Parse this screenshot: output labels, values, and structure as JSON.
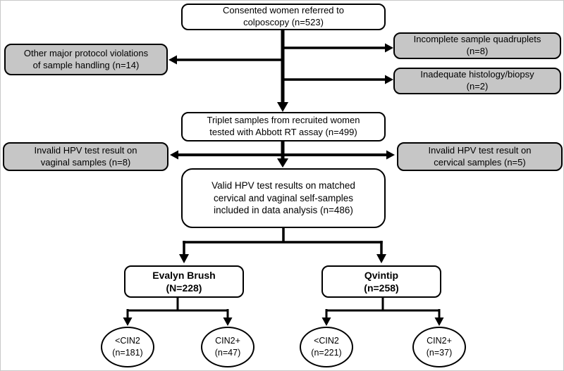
{
  "diagram": {
    "type": "study-flowchart",
    "nodes": {
      "consented": {
        "text": "Consented women referred to\ncolposcopy (n=523)",
        "n": 523,
        "style": "included"
      },
      "incomplete": {
        "text": "Incomplete sample quadruplets\n(n=8)",
        "n": 8,
        "style": "excluded"
      },
      "other_violations": {
        "text": "Other major protocol violations\nof sample handling (n=14)",
        "n": 14,
        "style": "excluded"
      },
      "inadequate": {
        "text": "Inadequate histology/biopsy\n(n=2)",
        "n": 2,
        "style": "excluded"
      },
      "triplet": {
        "text": "Triplet samples from recruited women\ntested with Abbott RT assay (n=499)",
        "n": 499,
        "style": "included"
      },
      "invalid_vaginal": {
        "text": "Invalid HPV test result on\nvaginal samples (n=8)",
        "n": 8,
        "style": "excluded"
      },
      "invalid_cervical": {
        "text": "Invalid HPV test result on\ncervical samples (n=5)",
        "n": 5,
        "style": "excluded"
      },
      "valid": {
        "text": "Valid HPV test results on matched\ncervical and vaginal self-samples\nincluded in data analysis (n=486)",
        "n": 486,
        "style": "included"
      },
      "evalyn": {
        "text": "Evalyn Brush\n(N=228)",
        "n": 228,
        "style": "included-bold"
      },
      "qvintip": {
        "text": "Qvintip\n(n=258)",
        "n": 258,
        "style": "included-bold"
      },
      "evalyn_lt_cin2": {
        "text": "<CIN2\n(n=181)",
        "n": 181,
        "style": "outcome-ellipse"
      },
      "evalyn_cin2plus": {
        "text": "CIN2+\n(n=47)",
        "n": 47,
        "style": "outcome-ellipse"
      },
      "qvintip_lt_cin2": {
        "text": "<CIN2\n(n=221)",
        "n": 221,
        "style": "outcome-ellipse"
      },
      "qvintip_cin2plus": {
        "text": "CIN2+\n(n=37)",
        "n": 37,
        "style": "outcome-ellipse"
      }
    },
    "colors": {
      "excluded_fill": "#c6c6c6",
      "included_fill": "#ffffff",
      "line": "#000000",
      "background": "#ffffff"
    }
  }
}
